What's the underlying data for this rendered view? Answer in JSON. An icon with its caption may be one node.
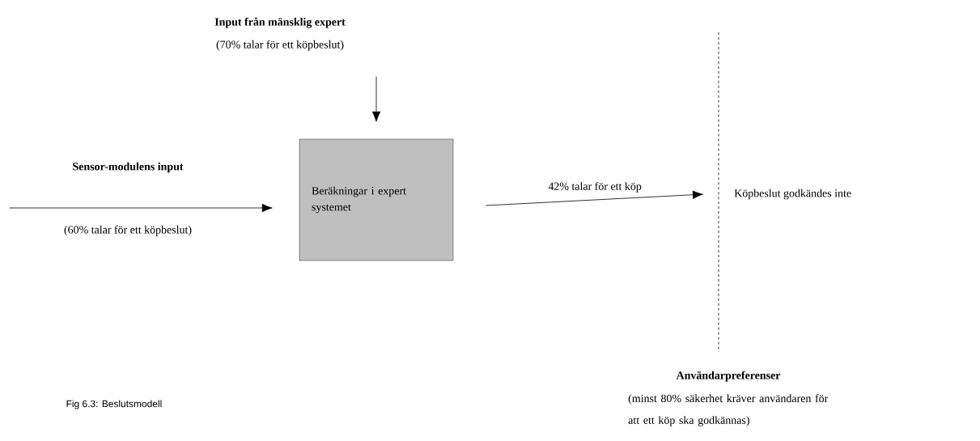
{
  "diagram": {
    "caption": "Fig 6.3: Beslutsmodell",
    "nodes": [
      {
        "text": [
          "Input från mänsklig expert",
          "(70% talar för ett köpbeslut)"
        ]
      },
      {
        "text": [
          "Beräkningar i expert systemet"
        ]
      },
      {
        "text": [
          "Köpbeslut godkändes inte"
        ]
      }
    ],
    "edges": [
      {
        "from": 0,
        "to": 1,
        "arrow": "to"
      },
      {
        "from": null,
        "to": 1,
        "arrow": "to"
      },
      {
        "from": 1,
        "to": 2,
        "arrow": "to",
        "label": "42% talar för ett köp"
      }
    ],
    "labels": [
      "Sensor-modulens input",
      "(60% talar för ett köpbeslut)",
      "Användarpreferenser",
      "(minst 80% säkerhet kräver användaren för att ett köp ska godkännas)"
    ]
  }
}
